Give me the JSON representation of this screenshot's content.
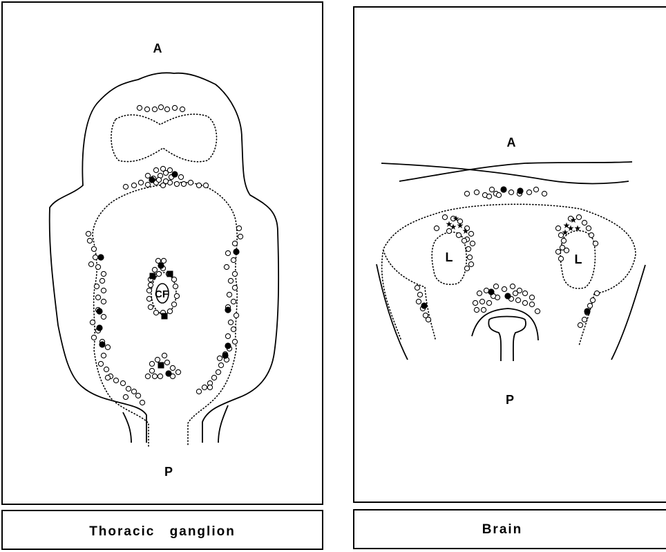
{
  "panels": [
    {
      "caption": "Thoracic ganglion",
      "anterior": "A",
      "posterior": "P",
      "central_label": "CF"
    },
    {
      "caption": "Brain",
      "anterior": "A",
      "posterior": "P",
      "lobe_label_left": "L",
      "lobe_label_right": "L"
    }
  ],
  "marker_types": [
    "open-circle",
    "filled-circle",
    "filled-square",
    "star"
  ]
}
